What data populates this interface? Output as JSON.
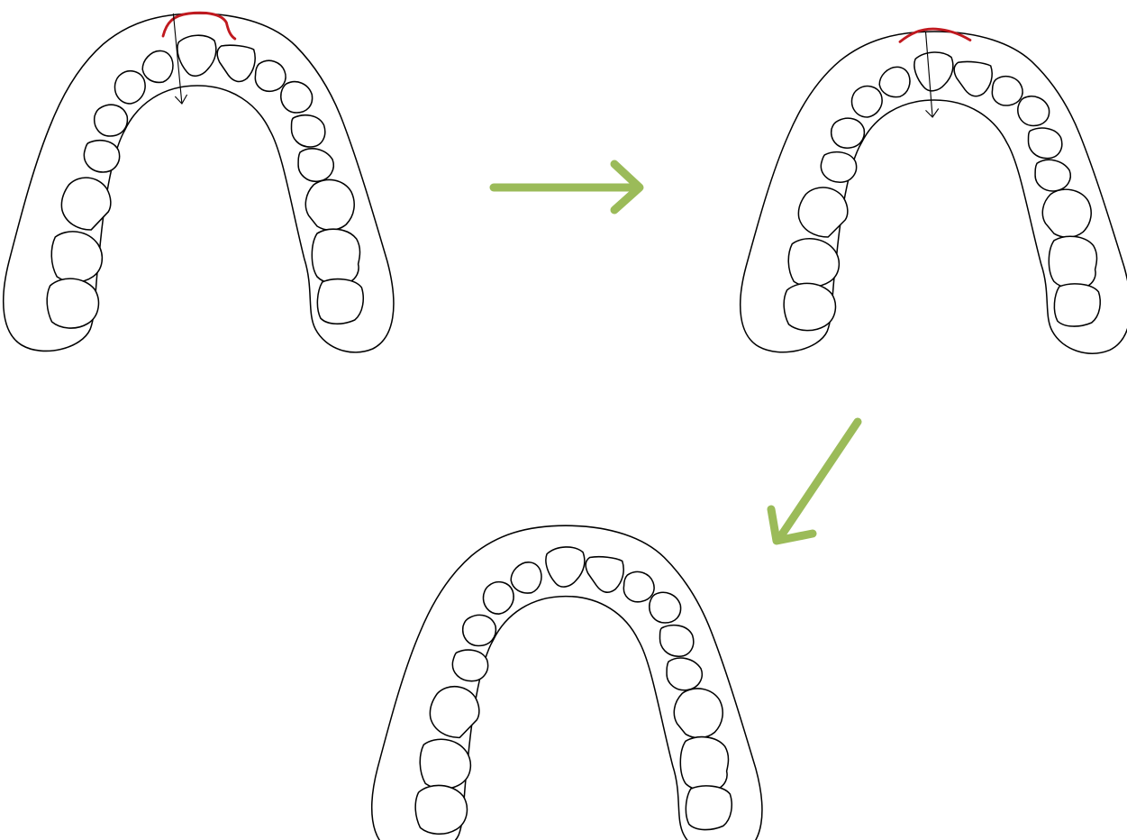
{
  "diagram": {
    "steps": [
      {
        "id": "stage-1",
        "has_protrusion": true,
        "has_axis_arrow": true
      },
      {
        "id": "stage-2",
        "has_protrusion": true,
        "has_axis_arrow": true
      },
      {
        "id": "stage-3",
        "has_protrusion": false,
        "has_axis_arrow": false
      }
    ],
    "flow": [
      {
        "from": "stage-1",
        "to": "stage-2"
      },
      {
        "from": "stage-2",
        "to": "stage-3"
      }
    ]
  },
  "colors": {
    "outline": "#000000",
    "protrusion": "#c0191f",
    "flow_arrow": "#9bbb59",
    "background": "#ffffff"
  }
}
